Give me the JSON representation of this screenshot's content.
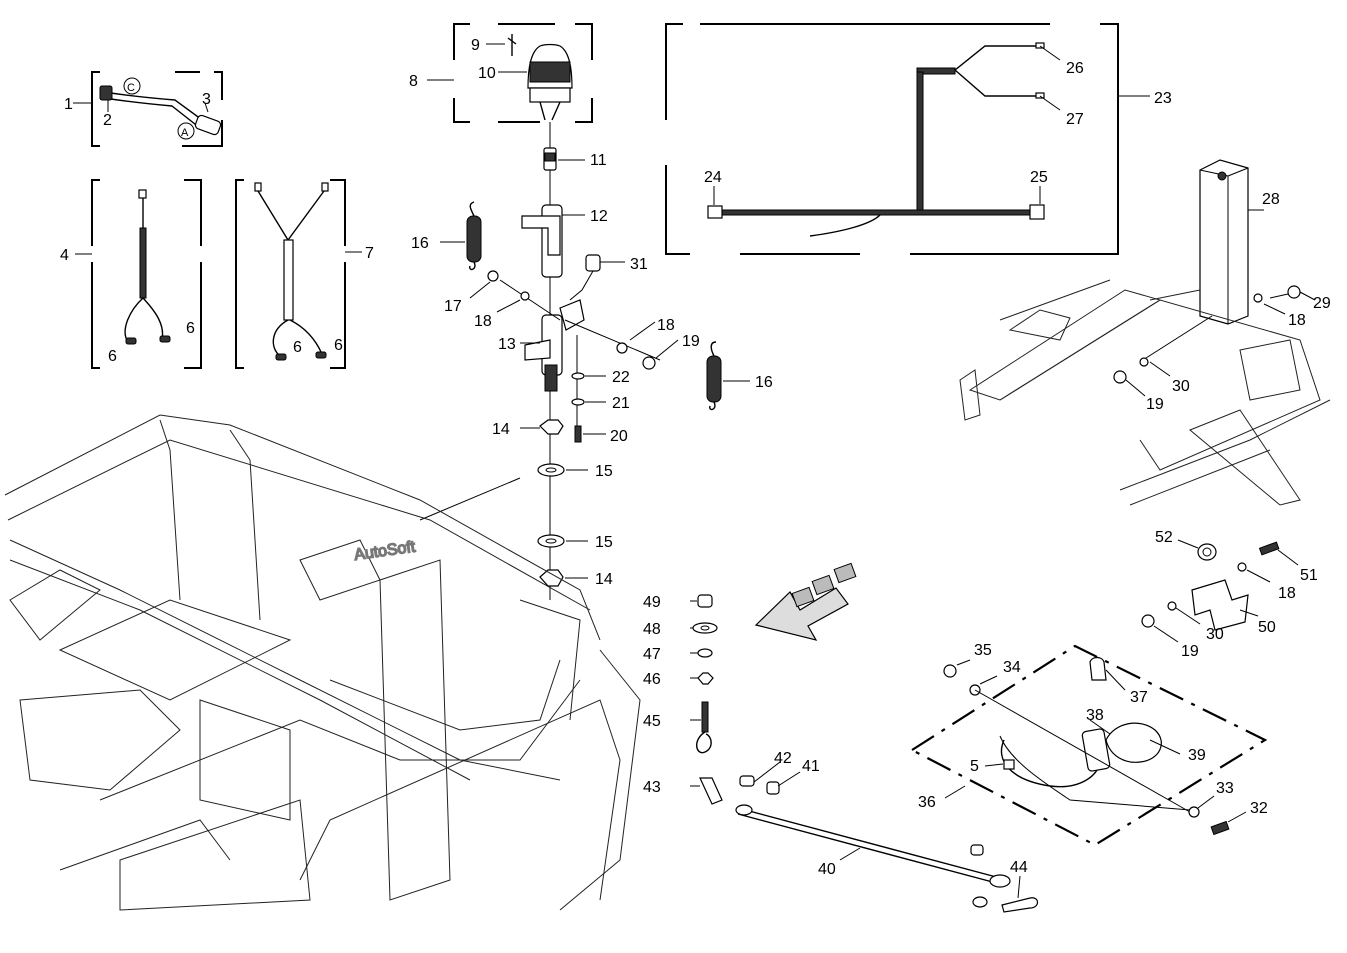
{
  "watermark": "AutoSoft",
  "callouts": {
    "c1": "1",
    "c2": "2",
    "c3": "3",
    "c4": "4",
    "c5": "5",
    "c6a": "6",
    "c6b": "6",
    "c6c": "6",
    "c6d": "6",
    "c7": "7",
    "c8": "8",
    "c9": "9",
    "c10": "10",
    "c11": "11",
    "c12": "12",
    "c13": "13",
    "c14a": "14",
    "c14b": "14",
    "c15a": "15",
    "c15b": "15",
    "c16a": "16",
    "c16b": "16",
    "c17": "17",
    "c18a": "18",
    "c18b": "18",
    "c18c": "18",
    "c18d": "18",
    "c19a": "19",
    "c19b": "19",
    "c19c": "19",
    "c20": "20",
    "c21": "21",
    "c22": "22",
    "c23": "23",
    "c24": "24",
    "c25": "25",
    "c26": "26",
    "c27": "27",
    "c28": "28",
    "c29": "29",
    "c30a": "30",
    "c30b": "30",
    "c31": "31",
    "c32": "32",
    "c33": "33",
    "c34": "34",
    "c35": "35",
    "c36": "36",
    "c37": "37",
    "c38": "38",
    "c39": "39",
    "c40": "40",
    "c41": "41",
    "c42": "42",
    "c43": "43",
    "c44": "44",
    "c45": "45",
    "c46": "46",
    "c47": "47",
    "c48": "48",
    "c49": "49",
    "c50": "50",
    "c51": "51",
    "c52": "52"
  },
  "connector_marks": {
    "markC": "C",
    "markA": "A"
  }
}
